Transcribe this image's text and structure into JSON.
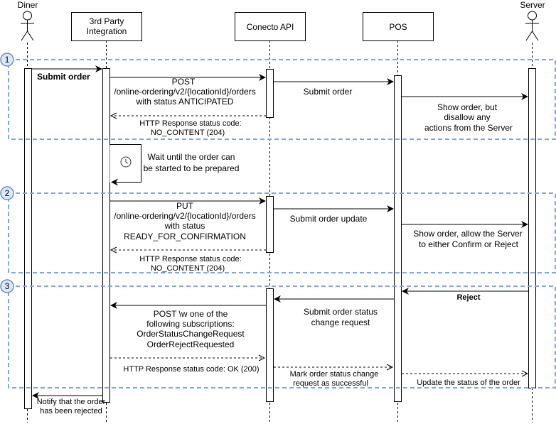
{
  "participants": {
    "diner": "Diner",
    "third_party_line1": "3rd Party",
    "third_party_line2": "Integration",
    "conecto": "Conecto API",
    "pos": "POS",
    "server": "Server"
  },
  "sections": {
    "s1": "1",
    "s2": "2",
    "s3": "3"
  },
  "messages": {
    "m1": "Submit order",
    "m2_l1": "POST",
    "m2_l2": "/online-ordering/v2/{locationId}/orders",
    "m2_l3": "with status ANTICIPATED",
    "m3": "Submit order",
    "m4_l1": "Show order, but",
    "m4_l2": "disallow any",
    "m4_l3": "actions from the Server",
    "m5_l1": "HTTP Response status code:",
    "m5_l2": "NO_CONTENT (204)",
    "m6_l1": "Wait until the order can",
    "m6_l2": "be started to be prepared",
    "m7_l1": "PUT",
    "m7_l2": "/online-ordering/v2/{locationId}/orders",
    "m7_l3": "with status",
    "m7_l4": "READY_FOR_CONFIRMATION",
    "m8": "Submit order update",
    "m9_l1": "Show order, allow the Server",
    "m9_l2": "to either Confirm or Reject",
    "m10_l1": "HTTP Response status code:",
    "m10_l2": "NO_CONTENT (204)",
    "m11": "Reject",
    "m12_l1": "Submit order status",
    "m12_l2": "change request",
    "m13_l1": "POST \\w one of the",
    "m13_l2": "following subscriptions:",
    "m13_l3": "OrderStatusChangeRequest",
    "m13_l4": "OrderRejectRequested",
    "m14": "HTTP Response status code: OK (200)",
    "m15_l1": "Mark order status change",
    "m15_l2": "request as successful",
    "m16": "Update the status of the order",
    "m17_l1": "Notify that the order",
    "m17_l2": "has been rejected"
  },
  "colors": {
    "line": "#000000",
    "section_border": "#7ea6e0",
    "section_badge_fill": "#dae8fc",
    "section_badge_stroke": "#6c8ebf",
    "background": "#ffffff"
  }
}
